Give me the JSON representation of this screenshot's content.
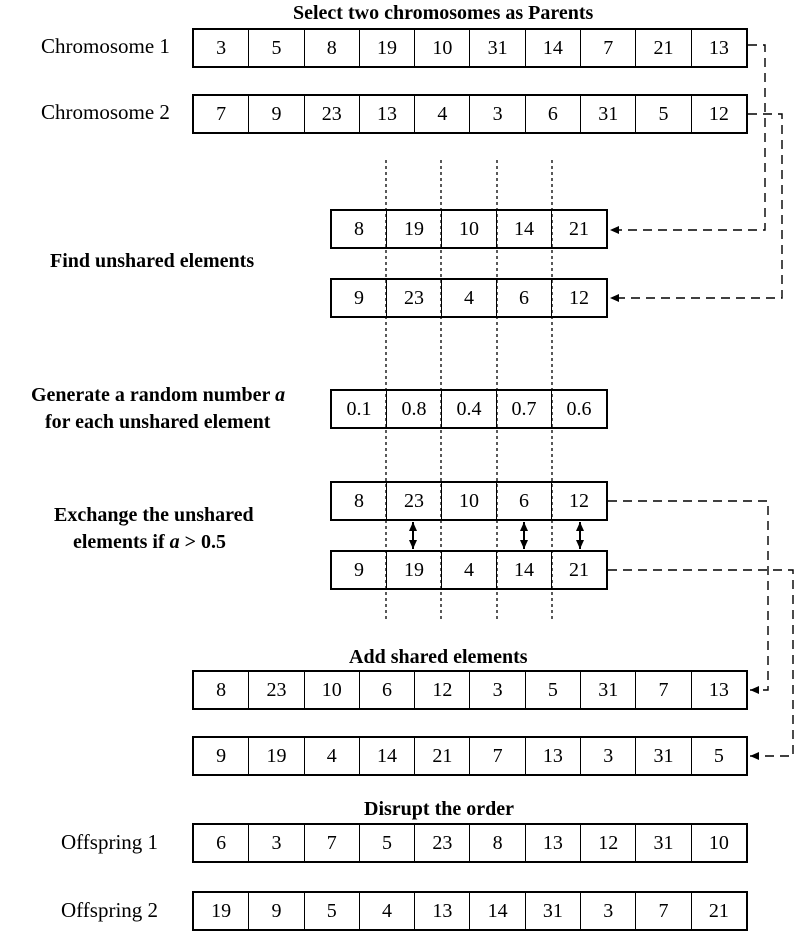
{
  "titles": {
    "select_parents": "Select two chromosomes as Parents",
    "find_unshared": "Find unshared elements",
    "random_line1": "Generate a random number ",
    "random_var": "a",
    "random_line2": "for each unshared element",
    "exchange_line1": "Exchange the unshared",
    "exchange_line2_pre": "elements if ",
    "exchange_var": "a",
    "exchange_line2_post": " > 0.5",
    "add_shared": "Add shared elements",
    "disrupt": "Disrupt the order"
  },
  "labels": {
    "chromosome1": "Chromosome 1",
    "chromosome2": "Chromosome 2",
    "offspring1": "Offspring 1",
    "offspring2": "Offspring 2"
  },
  "rows": {
    "chromosome1": [
      "3",
      "5",
      "8",
      "19",
      "10",
      "31",
      "14",
      "7",
      "21",
      "13"
    ],
    "chromosome2": [
      "7",
      "9",
      "23",
      "13",
      "4",
      "3",
      "6",
      "31",
      "5",
      "12"
    ],
    "unshared1": [
      "8",
      "19",
      "10",
      "14",
      "21"
    ],
    "unshared2": [
      "9",
      "23",
      "4",
      "6",
      "12"
    ],
    "random": [
      "0.1",
      "0.8",
      "0.4",
      "0.7",
      "0.6"
    ],
    "exchanged1": [
      "8",
      "23",
      "10",
      "6",
      "12"
    ],
    "exchanged2": [
      "9",
      "19",
      "4",
      "14",
      "21"
    ],
    "added1": [
      "8",
      "23",
      "10",
      "6",
      "12",
      "3",
      "5",
      "31",
      "7",
      "13"
    ],
    "added2": [
      "9",
      "19",
      "4",
      "14",
      "21",
      "7",
      "13",
      "3",
      "31",
      "5"
    ],
    "offspring1": [
      "6",
      "3",
      "7",
      "5",
      "23",
      "8",
      "13",
      "12",
      "31",
      "10"
    ],
    "offspring2": [
      "19",
      "9",
      "5",
      "4",
      "13",
      "14",
      "31",
      "3",
      "7",
      "21"
    ]
  },
  "swapped_positions": [
    2,
    4,
    5
  ]
}
